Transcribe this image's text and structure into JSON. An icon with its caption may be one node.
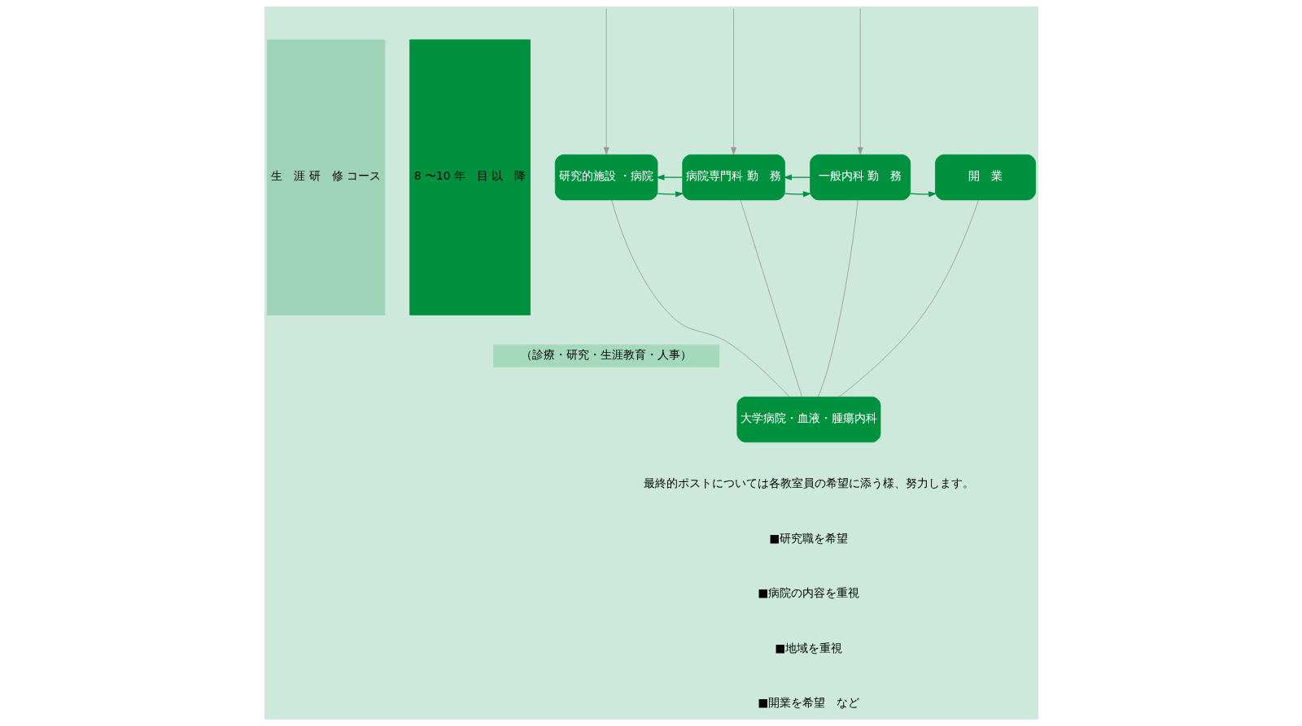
{
  "diagram": {
    "nodes": [
      {
        "text": [
          "生　涯 研　修 コース"
        ]
      },
      {
        "text": [
          "8 〜10 年　目 以　降"
        ]
      },
      {
        "text": [
          "研究的施設 ・病院"
        ]
      },
      {
        "text": [
          "病院専門科 勤　務"
        ]
      },
      {
        "text": [
          "一般内科 勤　務"
        ]
      },
      {
        "text": [
          "開　業"
        ]
      },
      {
        "text": [
          "（診療・研究・生涯教育・人事）"
        ]
      },
      {
        "text": [
          "大学病院・血液・腫瘍内科"
        ]
      }
    ],
    "edges": [
      {
        "from": null,
        "to": 2,
        "arrow": "to"
      },
      {
        "from": null,
        "to": 3,
        "arrow": "to"
      },
      {
        "from": null,
        "to": 4,
        "arrow": "to"
      },
      {
        "from": 2,
        "to": 3,
        "arrow": "to",
        "color": "#00913f"
      },
      {
        "from": 3,
        "to": 2,
        "arrow": "to",
        "color": "#00913f"
      },
      {
        "from": 3,
        "to": 4,
        "arrow": "to",
        "color": "#00913f"
      },
      {
        "from": 4,
        "to": 3,
        "arrow": "to",
        "color": "#00913f"
      },
      {
        "from": 4,
        "to": 5,
        "arrow": "to",
        "color": "#00913f"
      },
      {
        "from": 2,
        "to": 7,
        "arrow": "none"
      },
      {
        "from": 3,
        "to": 7,
        "arrow": "none"
      },
      {
        "from": 4,
        "to": 7,
        "arrow": "none"
      },
      {
        "from": 5,
        "to": 7,
        "arrow": "none"
      }
    ],
    "labels": [
      "最終的ポストについては各教室員の希望に添う様、努力します。",
      "■研究職を希望",
      "■病院の内容を重視",
      "■地域を重視",
      "■開業を希望　など"
    ]
  }
}
